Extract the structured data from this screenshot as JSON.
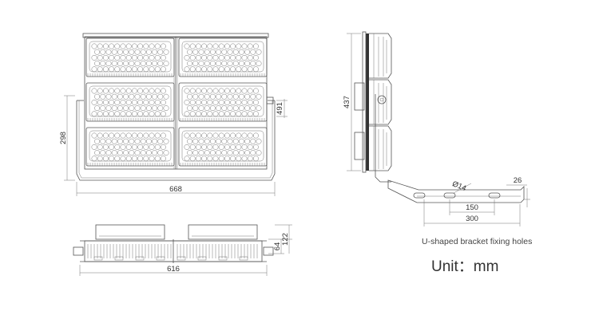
{
  "front_view": {
    "width_dim": "668",
    "height_dim": "298",
    "side_dim": "491"
  },
  "side_view": {
    "height_dim": "437"
  },
  "bracket": {
    "hole_dim": "Ø14",
    "edge_dim": "26",
    "spacing_dim": "150",
    "span_dim": "300",
    "caption": "U-shaped bracket fixing holes"
  },
  "bottom_view": {
    "width_dim": "616",
    "height_dim_a": "64",
    "height_dim_b": "122"
  },
  "unit_label": "Unit：mm"
}
